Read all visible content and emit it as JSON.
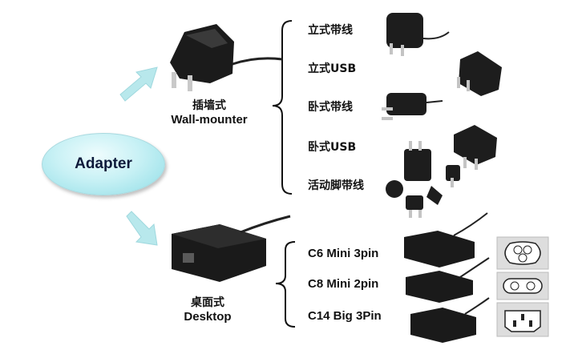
{
  "root": {
    "label": "Adapter"
  },
  "categories": [
    {
      "id": "wall",
      "name_zh": "插墙式",
      "name_en": "Wall-mounter",
      "items": [
        "立式带线",
        "立式USB",
        "卧式带线",
        "卧式USB",
        "活动脚带线"
      ]
    },
    {
      "id": "desktop",
      "name_zh": "桌面式",
      "name_en": "Desktop",
      "items": [
        "C6 Mini 3pin",
        "C8 Mini 2pin",
        "C14 Big 3Pin"
      ]
    }
  ],
  "colors": {
    "arrow": "#b8e8ec",
    "ellipse": "#bfeef3",
    "product": "#1c1c1c",
    "bracket": "#111111"
  },
  "icons": [
    "wall-adapter-image",
    "desktop-adapter-image",
    "c6-socket-icon",
    "c8-socket-icon",
    "c14-socket-icon"
  ]
}
